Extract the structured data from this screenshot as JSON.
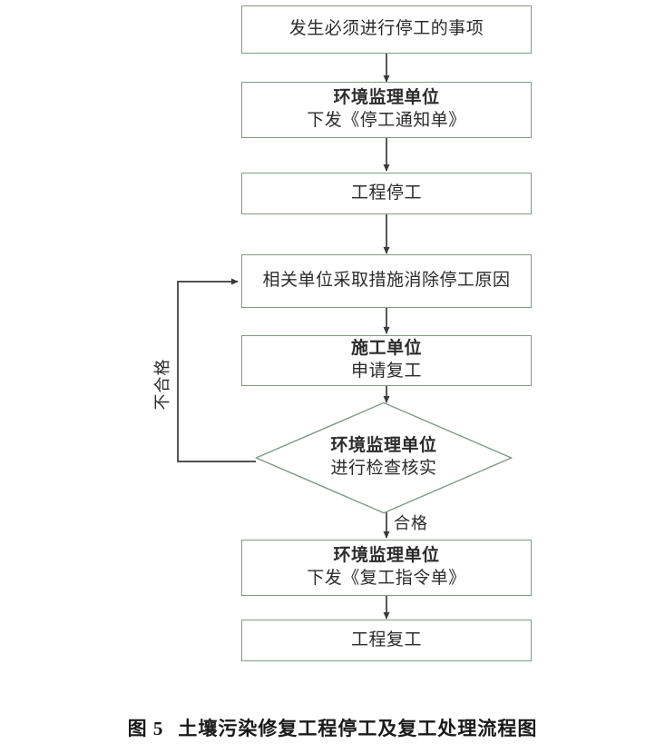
{
  "figure": {
    "caption_label": "图 5",
    "caption_title": "土壤污染修复工程停工及复工处理流程图"
  },
  "colors": {
    "node_border": "#7f9a85",
    "node_fill": "#ffffff",
    "connector": "#3a3a3a",
    "text": "#2b2b2b"
  },
  "flow": {
    "nodes": [
      {
        "id": "trigger-event",
        "shape": "rectangle",
        "lines": [
          "发生必须进行停工的事项"
        ],
        "bold_first_line": false
      },
      {
        "id": "issue-stop-work-notice",
        "shape": "rectangle",
        "lines": [
          "环境监理单位",
          "下发《停工通知单》"
        ],
        "bold_first_line": true
      },
      {
        "id": "project-stopped",
        "shape": "rectangle",
        "lines": [
          "工程停工"
        ],
        "bold_first_line": false
      },
      {
        "id": "eliminate-cause",
        "shape": "rectangle",
        "lines": [
          "相关单位采取措施消除停工原因"
        ],
        "bold_first_line": false
      },
      {
        "id": "apply-resume-work",
        "shape": "rectangle",
        "lines": [
          "施工单位",
          "申请复工"
        ],
        "bold_first_line": true
      },
      {
        "id": "inspection-verification",
        "shape": "diamond",
        "lines": [
          "环境监理单位",
          "进行检查核实"
        ],
        "bold_first_line": true
      },
      {
        "id": "issue-resume-work-order",
        "shape": "rectangle",
        "lines": [
          "环境监理单位",
          "下发《复工指令单》"
        ],
        "bold_first_line": true
      },
      {
        "id": "project-resumed",
        "shape": "rectangle",
        "lines": [
          "工程复工"
        ],
        "bold_first_line": false
      }
    ],
    "edge_labels": {
      "pass": "合格",
      "fail": "不合格"
    }
  }
}
